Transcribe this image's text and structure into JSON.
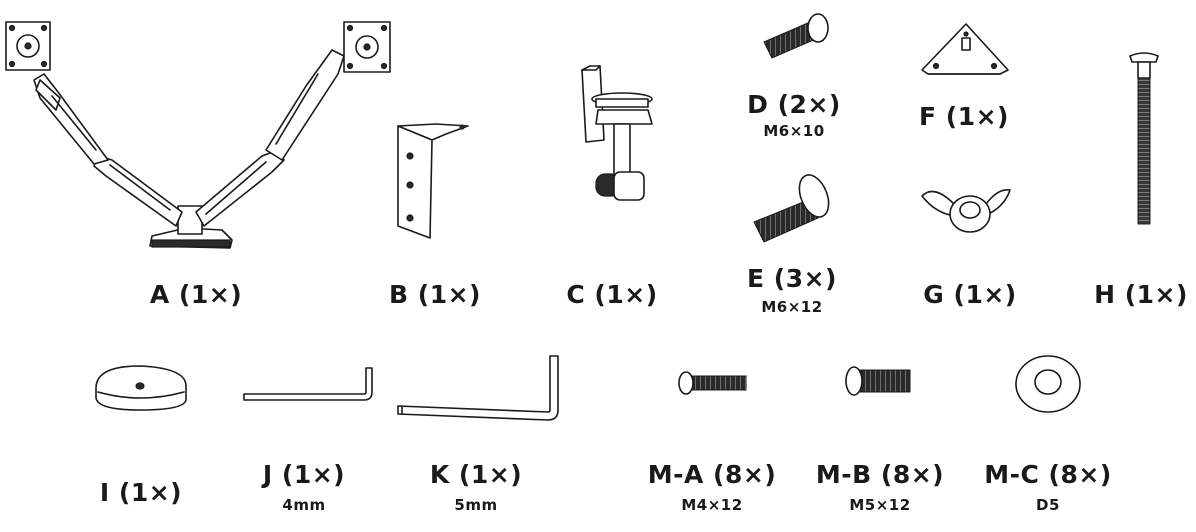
{
  "parts": [
    {
      "id": "A",
      "label": "A (1×)"
    },
    {
      "id": "B",
      "label": "B (1×)"
    },
    {
      "id": "C",
      "label": "C (1×)"
    },
    {
      "id": "D",
      "label": "D (2×)",
      "spec": "M6×10"
    },
    {
      "id": "E",
      "label": "E (3×)",
      "spec": "M6×12"
    },
    {
      "id": "F",
      "label": "F (1×)"
    },
    {
      "id": "G",
      "label": "G (1×)"
    },
    {
      "id": "H",
      "label": "H (1×)"
    },
    {
      "id": "I",
      "label": "I (1×)"
    },
    {
      "id": "J",
      "label": "J (1×)",
      "spec": "4mm"
    },
    {
      "id": "K",
      "label": "K (1×)",
      "spec": "5mm"
    },
    {
      "id": "MA",
      "label": "M-A (8×)",
      "spec": "M4×12"
    },
    {
      "id": "MB",
      "label": "M-B (8×)",
      "spec": "M5×12"
    },
    {
      "id": "MC",
      "label": "M-C (8×)",
      "spec": "D5"
    }
  ],
  "colors": {
    "ink": "#1a1a1a",
    "background": "#ffffff"
  }
}
